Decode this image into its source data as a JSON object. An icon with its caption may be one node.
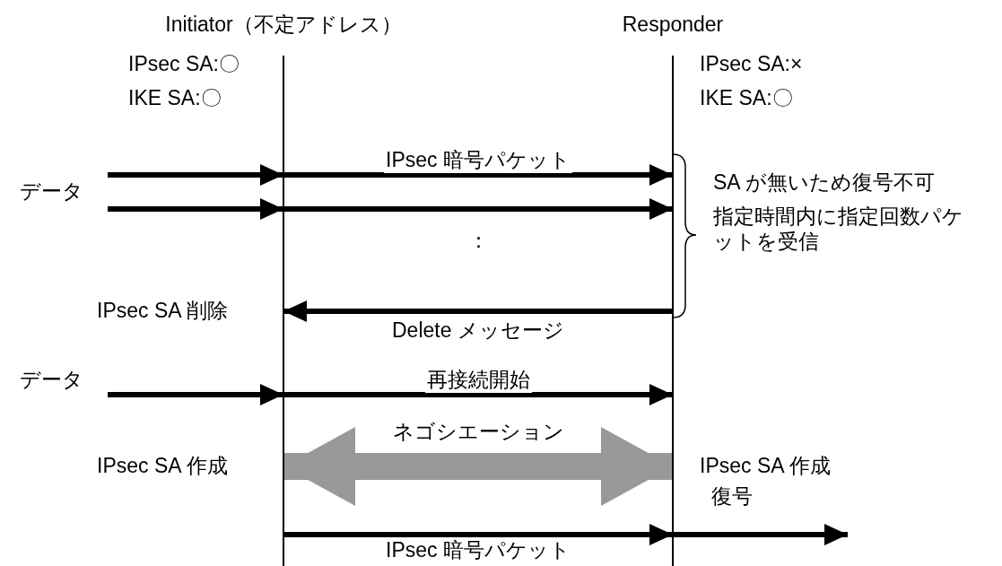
{
  "diagram": {
    "nodes": [
      {
        "text": [
          "Initiator（不定アドレス）"
        ]
      },
      {
        "text": [
          "Responder"
        ]
      }
    ],
    "edges": [
      {
        "from": null,
        "to": 0,
        "arrow": "to"
      },
      {
        "from": null,
        "to": 0,
        "arrow": "to"
      },
      {
        "from": 0,
        "to": 1,
        "arrow": "to",
        "label": "IPsec 暗号パケット"
      },
      {
        "from": 0,
        "to": 1,
        "arrow": "to"
      },
      {
        "from": 1,
        "to": 0,
        "arrow": "to",
        "label": "Delete メッセージ"
      },
      {
        "from": null,
        "to": 0,
        "arrow": "to"
      },
      {
        "from": 0,
        "to": 1,
        "arrow": "to",
        "label": "再接続開始"
      },
      {
        "from": 0,
        "to": 1,
        "arrow": "both",
        "label": "ネゴシエーション",
        "style": "thick",
        "color": "#999999"
      },
      {
        "from": 0,
        "to": 1,
        "arrow": "to",
        "label": "IPsec 暗号パケット"
      },
      {
        "from": 1,
        "to": null,
        "arrow": "to"
      }
    ],
    "labels": [
      "IPsec SA:〇",
      "IKE SA:〇",
      "IPsec SA:×",
      "IKE SA:〇",
      "データ",
      "SA が無いため復号不可",
      "指定時間内に指定回数パケットを受信",
      "：",
      "IPsec SA 削除",
      "データ",
      "IPsec SA 作成",
      "IPsec SA 作成",
      "復号"
    ]
  }
}
